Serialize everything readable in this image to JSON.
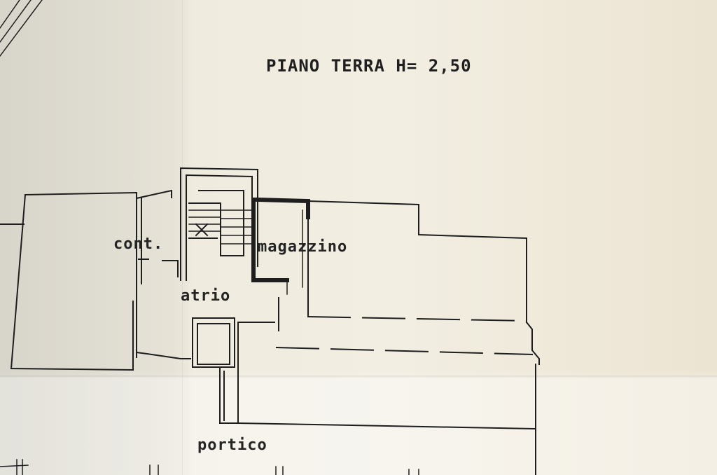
{
  "plan": {
    "title": "PIANO TERRA H= 2,50",
    "rooms": {
      "cont": "cont.",
      "magazzino": "magazzino",
      "atrio": "atrio",
      "portico": "portico"
    }
  },
  "colors": {
    "ink": "#1f1f1f",
    "paper": "#efebdf"
  }
}
